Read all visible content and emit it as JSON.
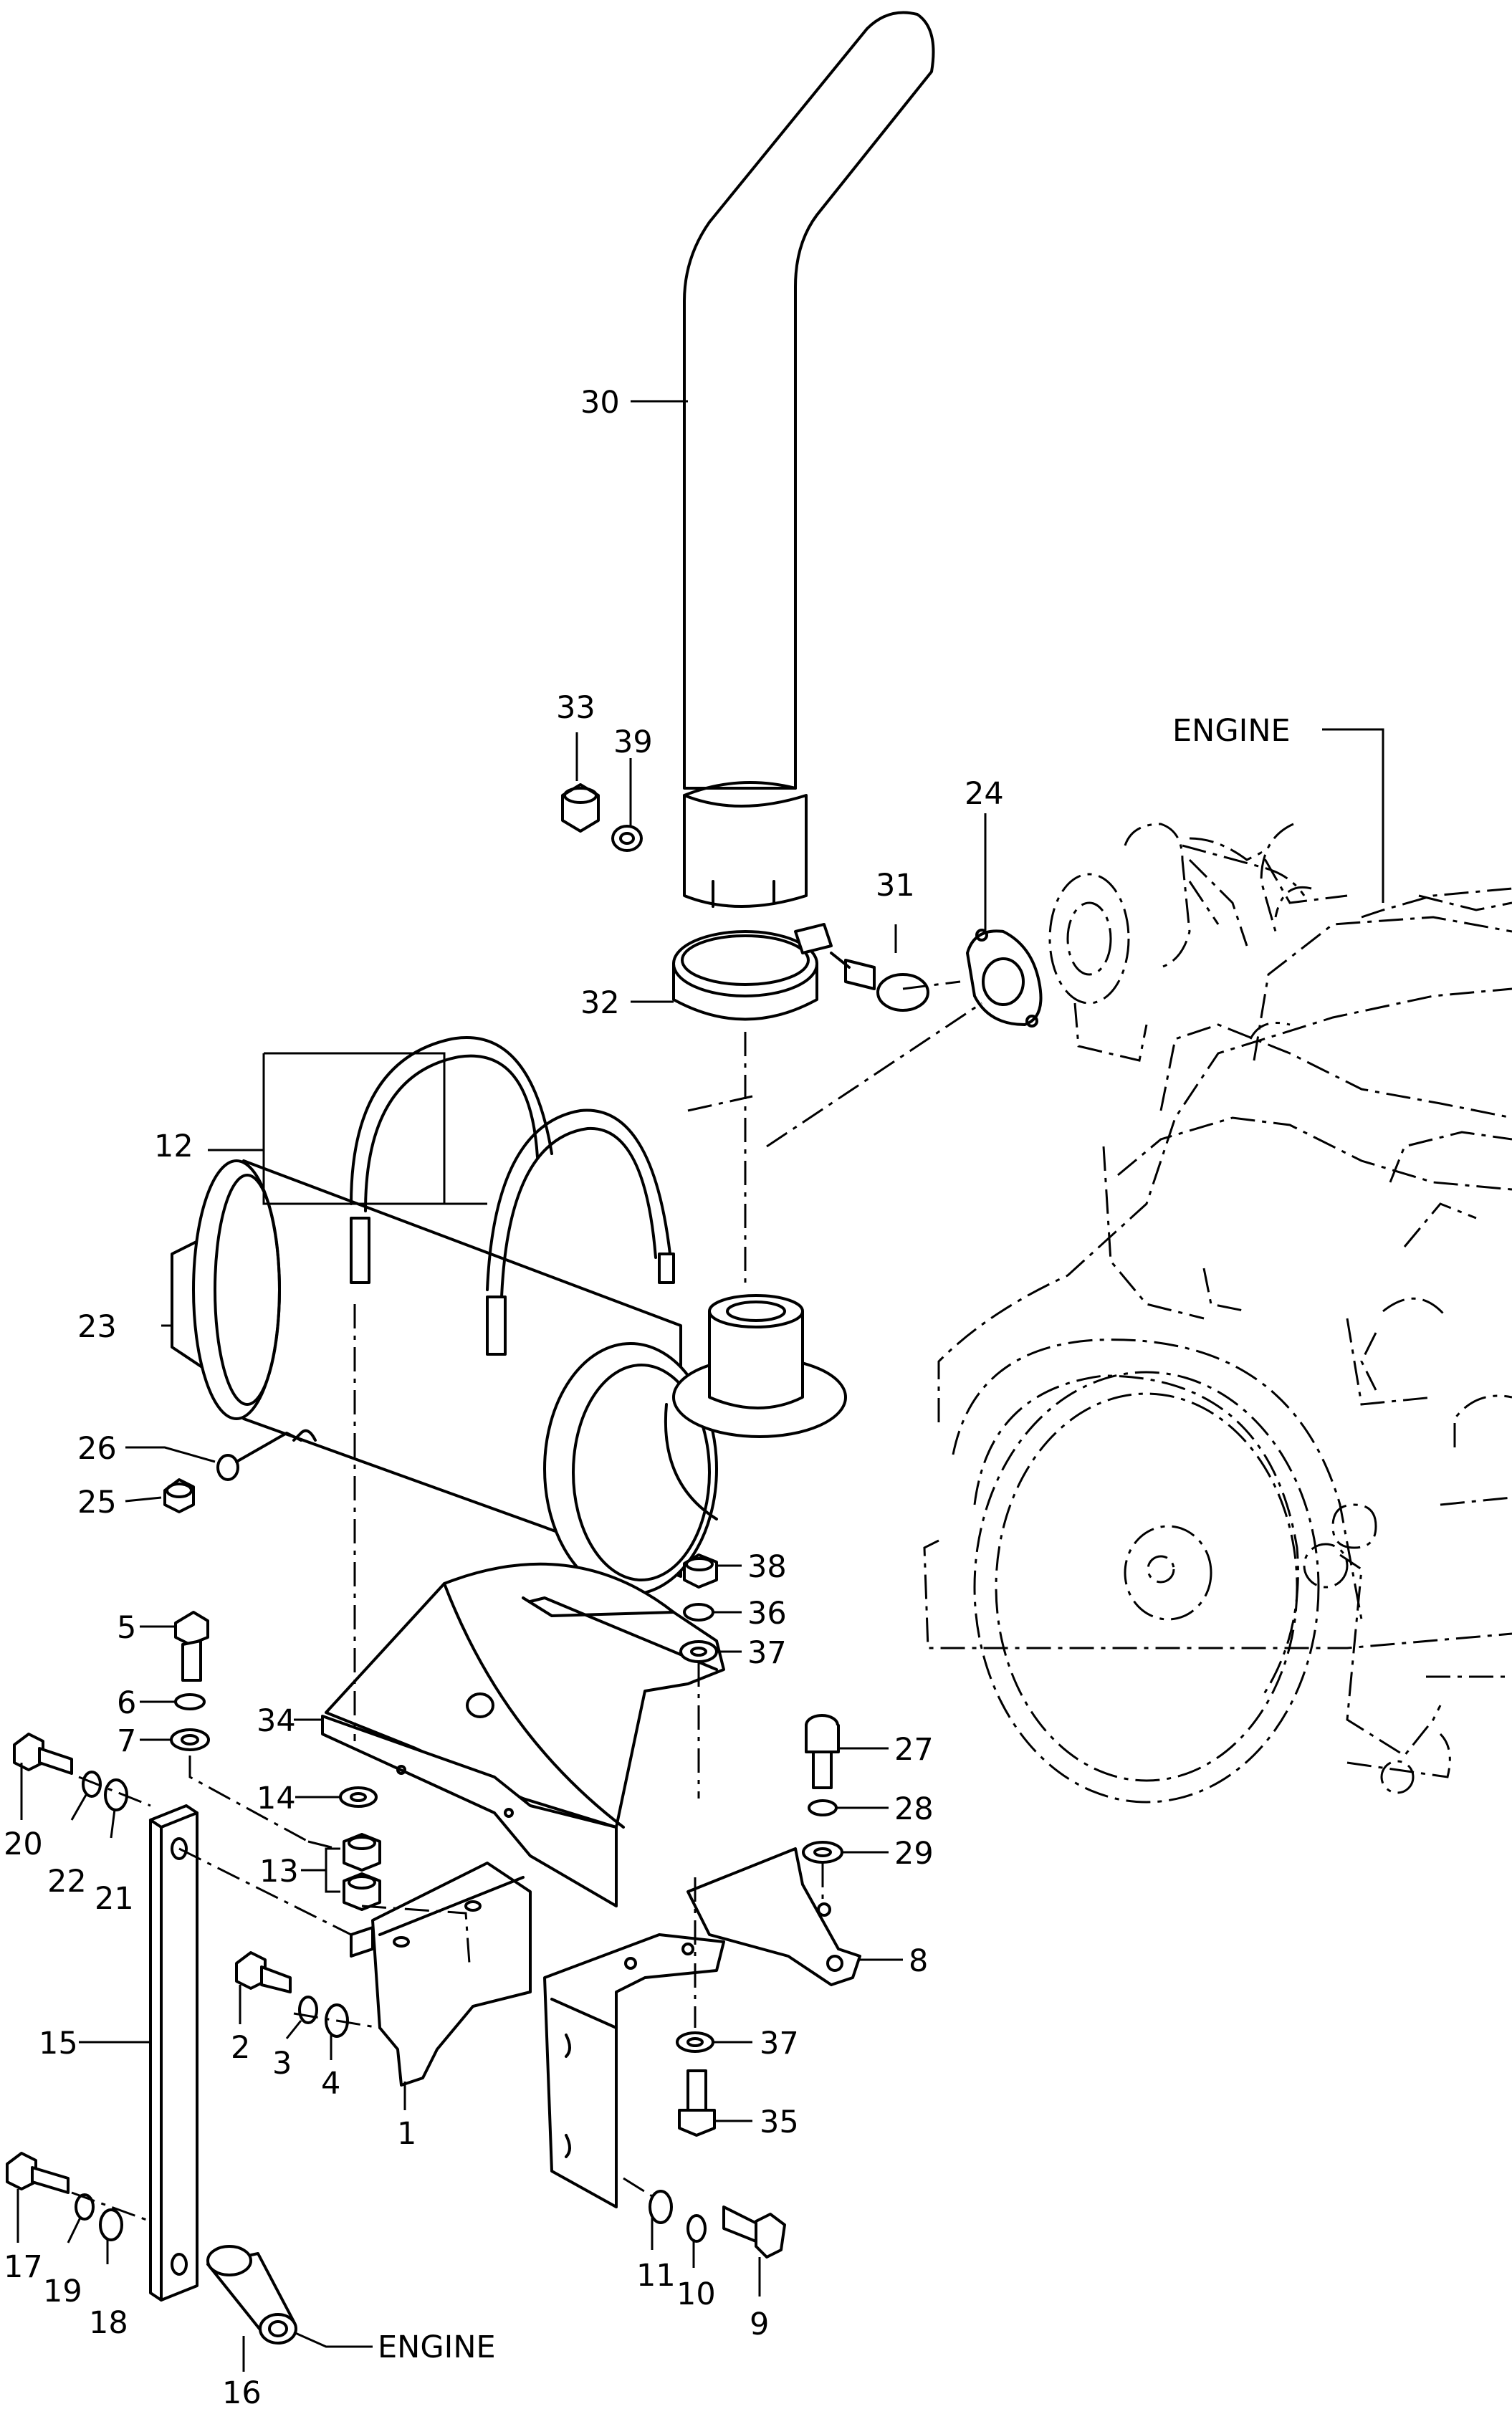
{
  "callouts": {
    "c1": "1",
    "c2": "2",
    "c3": "3",
    "c4": "4",
    "c5": "5",
    "c6": "6",
    "c7": "7",
    "c8": "8",
    "c9": "9",
    "c10": "10",
    "c11": "11",
    "c12": "12",
    "c13": "13",
    "c14": "14",
    "c15": "15",
    "c16": "16",
    "c17": "17",
    "c18": "18",
    "c19": "19",
    "c20": "20",
    "c21": "21",
    "c22": "22",
    "c23": "23",
    "c24": "24",
    "c25": "25",
    "c26": "26",
    "c27": "27",
    "c28": "28",
    "c29": "29",
    "c30": "30",
    "c31": "31",
    "c32": "32",
    "c33": "33",
    "c34": "34",
    "c35": "35",
    "c36": "36",
    "c37a": "37",
    "c37b": "37",
    "c38": "38",
    "c39": "39"
  },
  "engine_label_top": "ENGINE",
  "engine_label_bottom": "ENGINE"
}
